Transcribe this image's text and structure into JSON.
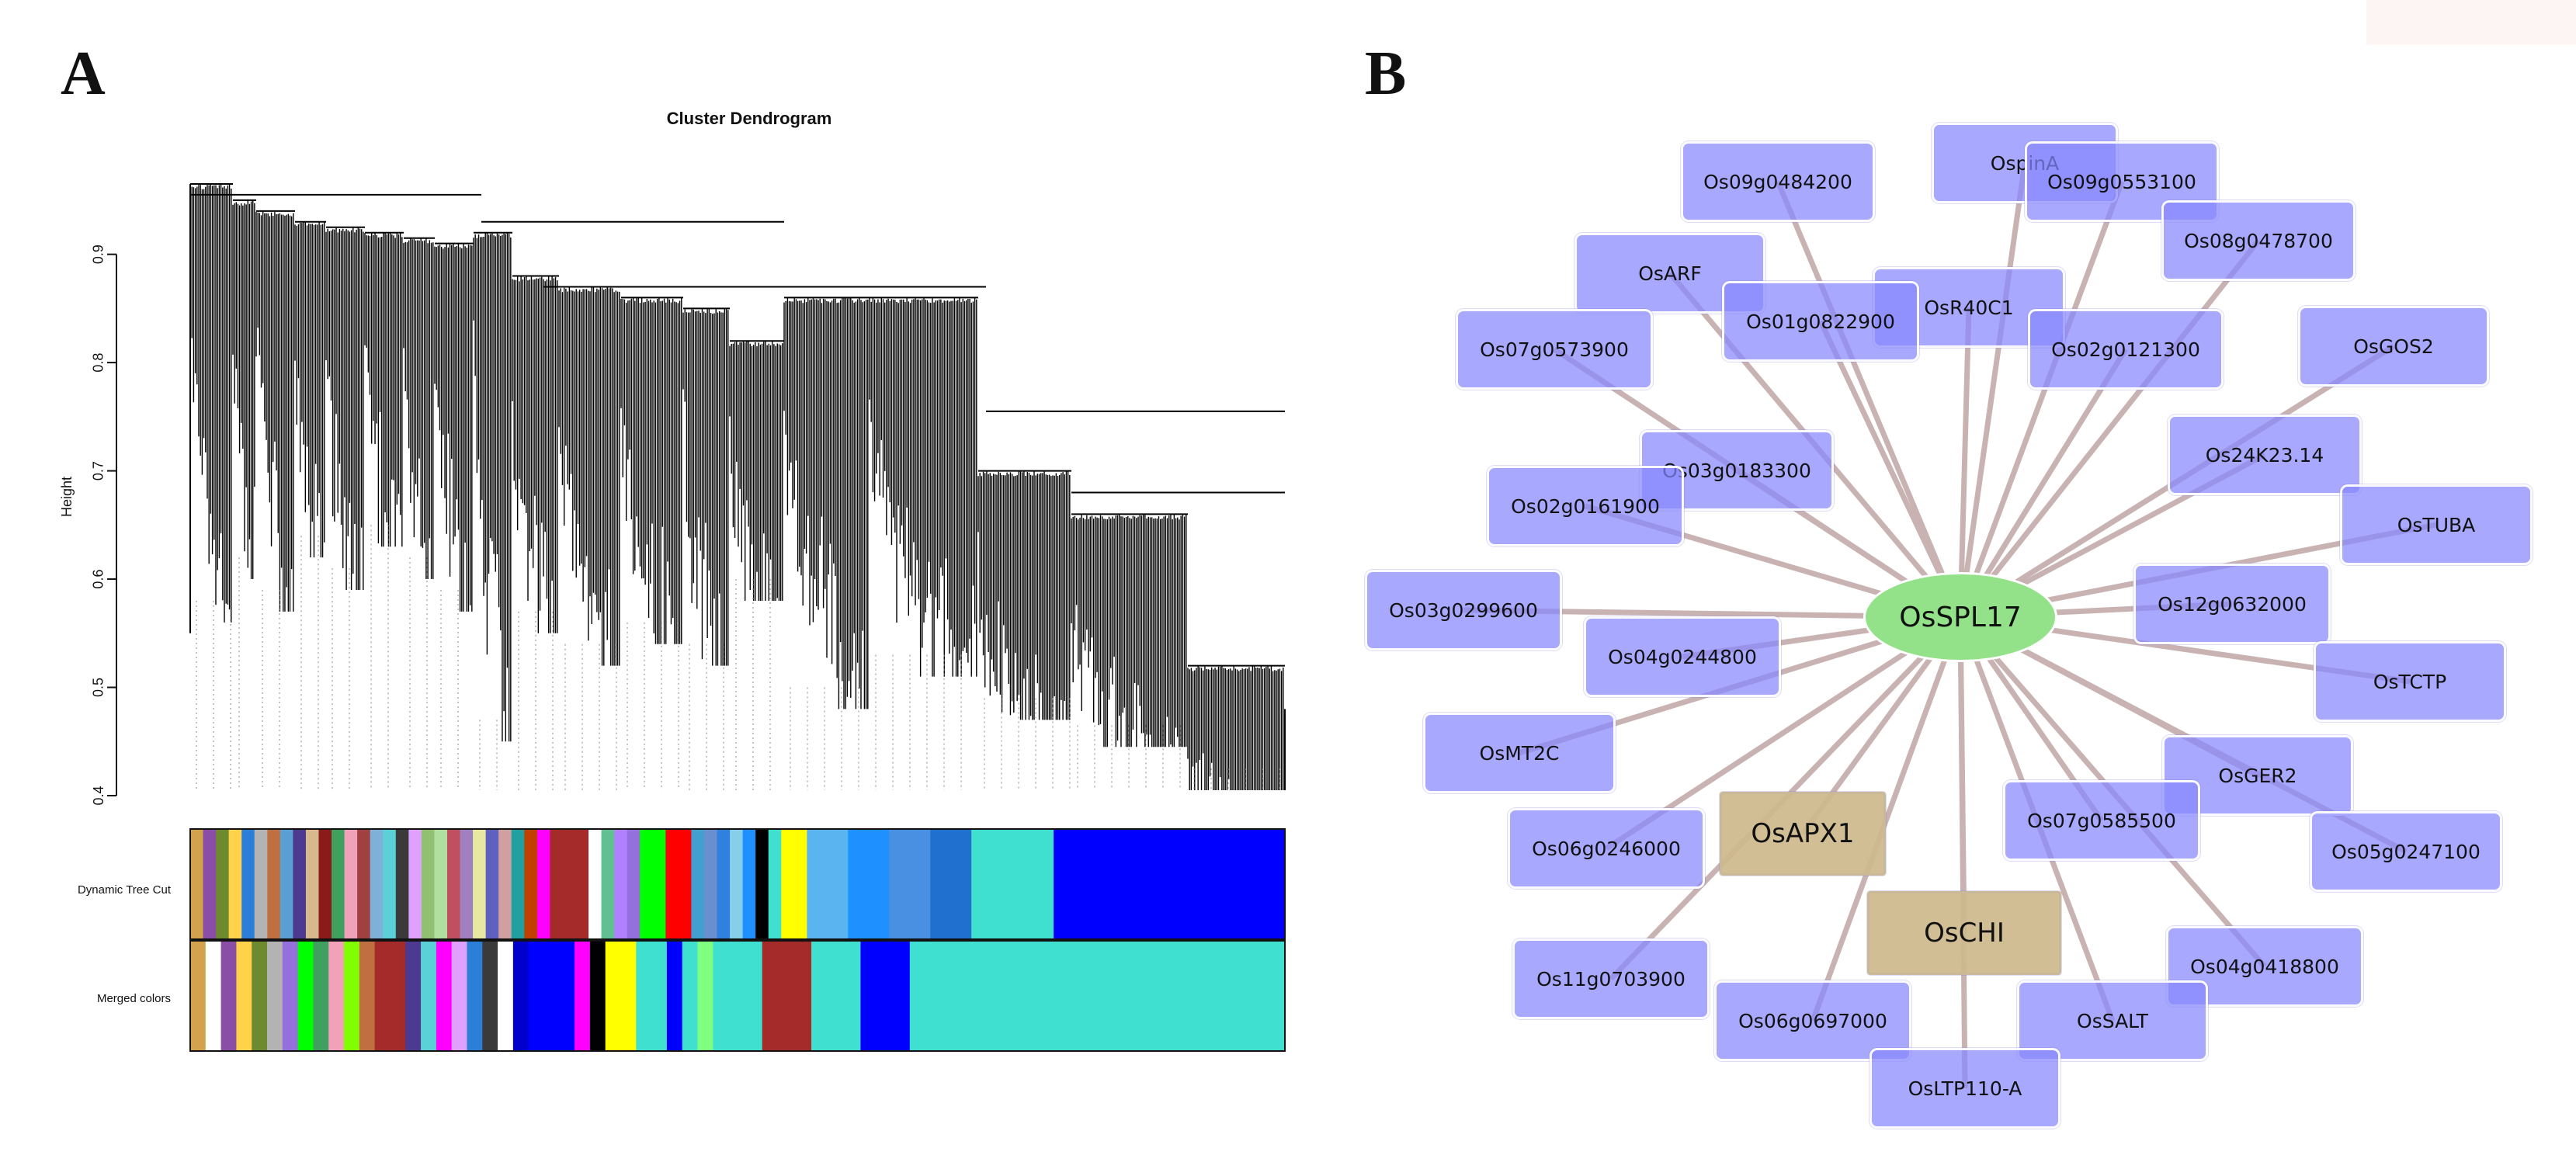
{
  "panels": {
    "a_letter": "A",
    "b_letter": "B"
  },
  "dendrogram": {
    "title": "Cluster Dendrogram",
    "ylabel": "Height",
    "yticks": [
      "0.4",
      "0.5",
      "0.6",
      "0.7",
      "0.8",
      "0.9"
    ],
    "ytick_values": [
      0.4,
      0.5,
      0.6,
      0.7,
      0.8,
      0.9
    ],
    "ylim": [
      0.4,
      0.97
    ],
    "row_labels": [
      "Dynamic Tree Cut",
      "Merged colors"
    ],
    "row1_colors": [
      "#d2a24c",
      "#8a4ea7",
      "#6d8a2e",
      "#ffd24a",
      "#2b7fd9",
      "#b3b3b3",
      "#c07040",
      "#5a9fd4",
      "#4b3a8f",
      "#d7b98d",
      "#8b1a1a",
      "#40a060",
      "#f2a2b8",
      "#a04040",
      "#7fb0d8",
      "#5ad1d6",
      "#3a3a3a",
      "#e0a0ff",
      "#90c070",
      "#b0e0a0",
      "#c05060",
      "#a080c0",
      "#e8e8a0",
      "#6060c0",
      "#d0a0a0",
      "#20a0a0",
      "#c04000",
      "#ff00ff",
      "#a52a2a",
      "#a52a2a",
      "#a52a2a",
      "#ffffff",
      "#60c090",
      "#b080ff",
      "#9370db",
      "#00ff00",
      "#00ff00",
      "#ff0000",
      "#ff0000",
      "#40a0d0",
      "#6a8fcf",
      "#3080e0",
      "#87ceeb",
      "#1e90ff",
      "#000000",
      "#40e0d0",
      "#ffff00",
      "#ffff00",
      "#5ab4f0",
      "#1e90ff",
      "#4a90e2",
      "#2070d0",
      "#40e0d0",
      "#40e0d0",
      "#0000ff",
      "#0000ff",
      "#0000ff"
    ],
    "row2_colors": [
      "#d2a24c",
      "#ffffff",
      "#8a4ea7",
      "#ffd24a",
      "#6d8a2e",
      "#b3b3b3",
      "#9370db",
      "#00ff00",
      "#40a060",
      "#f2a2b8",
      "#7fff00",
      "#c07040",
      "#a52a2a",
      "#a52a2a",
      "#4b3a8f",
      "#5ad1d6",
      "#ff00ff",
      "#e0a0ff",
      "#2b7fd9",
      "#3a3a3a",
      "#ffffff",
      "#0000cd",
      "#0000ff",
      "#0000ff",
      "#0000ff",
      "#ff00ff",
      "#000000",
      "#ffff00",
      "#ffff00",
      "#40e0d0",
      "#40e0d0",
      "#0000ff",
      "#40e0d0",
      "#7fff7f",
      "#40e0d0",
      "#a52a2a",
      "#40e0d0",
      "#0000ff",
      "#40e0d0",
      "#40e0d0",
      "#40e0d0",
      "#40e0d0",
      "#40e0d0"
    ]
  },
  "network": {
    "center": "OsSPL17",
    "tan_nodes": [
      "OsAPX1",
      "OsCHI"
    ],
    "nodes": [
      "OspinA",
      "Os09g0484200",
      "Os09g0553100",
      "Os08g0478700",
      "OsARF",
      "OsR40C1",
      "Os01g0822900",
      "Os07g0573900",
      "Os02g0121300",
      "OsGOS2",
      "Os24K23.14",
      "Os03g0183300",
      "Os02g0161900",
      "OsTUBA",
      "Os12g0632000",
      "Os03g0299600",
      "Os04g0244800",
      "OsTCTP",
      "OsMT2C",
      "OsGER2",
      "Os07g0585500",
      "Os06g0246000",
      "Os05g0247100",
      "Os11g0703900",
      "Os04g0418800",
      "Os06g0697000",
      "OsSALT",
      "OsLTP110-A"
    ],
    "edge_color": "#c9b2b2",
    "node_color": "#8787ff",
    "center_color": "#93e28a",
    "tan_color": "#cdb98c"
  }
}
